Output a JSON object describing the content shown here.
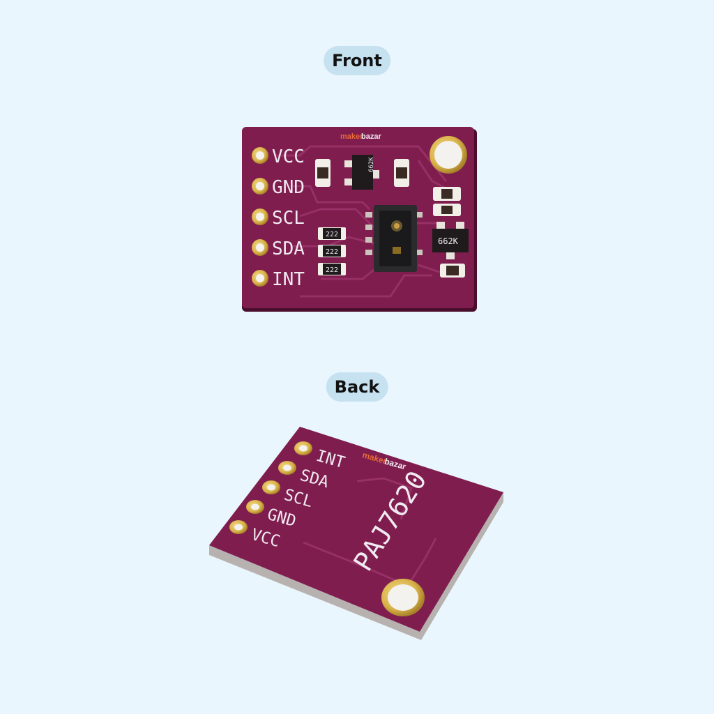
{
  "labels": {
    "front": "Front",
    "back": "Back"
  },
  "brand": {
    "part1": "maker",
    "part2": "bazar"
  },
  "front": {
    "pins": [
      "VCC",
      "GND",
      "SCL",
      "SDA",
      "INT"
    ],
    "resistor_codes": [
      "222",
      "222",
      "222"
    ],
    "chip_codes": [
      "662K",
      "662K"
    ]
  },
  "back": {
    "pins": [
      "INT",
      "SDA",
      "SCL",
      "GND",
      "VCC"
    ],
    "part_name": "PAJ7620"
  },
  "colors": {
    "background": "#eaf6fd",
    "pill": "#c6e1f0",
    "pcb": "#7e1d4e",
    "gold": "#d9b24a",
    "silkscreen": "#f1eaf0"
  }
}
